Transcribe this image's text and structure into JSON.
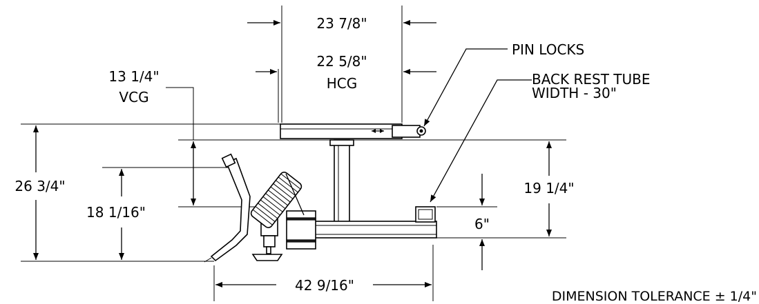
{
  "drawing": {
    "dimensions": {
      "top_width": "23 7/8\"",
      "hcg_value": "22 5/8\"",
      "hcg_label": "HCG",
      "vcg_value": "13 1/4\"",
      "vcg_label": "VCG",
      "overall_height": "26 3/4\"",
      "seat_height": "18 1/16\"",
      "back_height": "19 1/4\"",
      "tube_height": "6\"",
      "overall_length": "42 9/16\""
    },
    "callouts": {
      "pin_locks": "PIN LOCKS",
      "back_rest_line1": "BACK REST TUBE",
      "back_rest_line2": "WIDTH - 30\""
    },
    "note": "DIMENSION TOLERANCE ± 1/4\""
  }
}
